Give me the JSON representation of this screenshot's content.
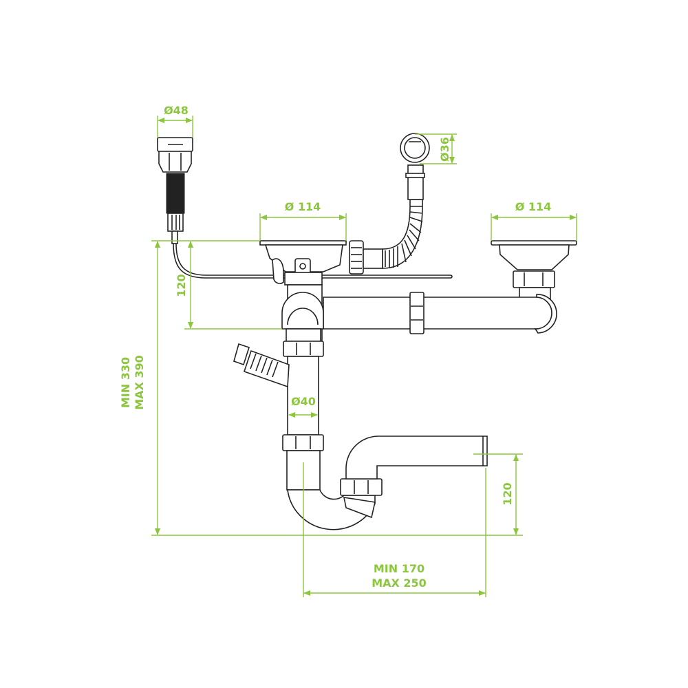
{
  "title": "Double sink drain kit with bottle trap - technical drawing",
  "colors": {
    "dimension": "#8cc63e",
    "outline": "#222222",
    "background": "#ffffff"
  },
  "dimensions": {
    "popup_diameter": "Ø48",
    "overflow_diameter": "Ø36",
    "left_basket_diameter": "Ø 114",
    "right_basket_diameter": "Ø 114",
    "basket_to_connector_height": "120",
    "total_height_min": "MIN 330",
    "total_height_max": "MAX 390",
    "pipe_diameter": "Ø40",
    "trap_outlet_height": "120",
    "outlet_length_min": "MIN 170",
    "outlet_length_max": "MAX 250"
  }
}
